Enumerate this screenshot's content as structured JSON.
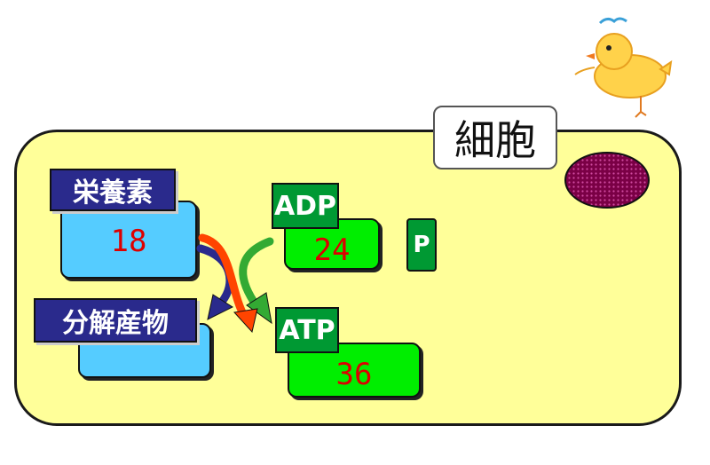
{
  "cell": {
    "label": "細胞"
  },
  "nutrient": {
    "label": "栄養素",
    "value": "18"
  },
  "decomposition": {
    "label": "分解産物",
    "value": ""
  },
  "adp": {
    "label": "ADP",
    "value": "24"
  },
  "phosphate": {
    "label": "P"
  },
  "atp": {
    "label": "ATP",
    "value": "36"
  },
  "colors": {
    "cytoplasm": "#ffff99",
    "blue_box": "#55ccff",
    "green_box": "#00ee00",
    "label_navy": "#2a2a8c",
    "label_green": "#009933",
    "number_red": "#dd0000",
    "nucleus": "#8a004a"
  },
  "icons": {
    "organism": "chick-drawing",
    "nucleus": "nucleus-ellipse"
  }
}
